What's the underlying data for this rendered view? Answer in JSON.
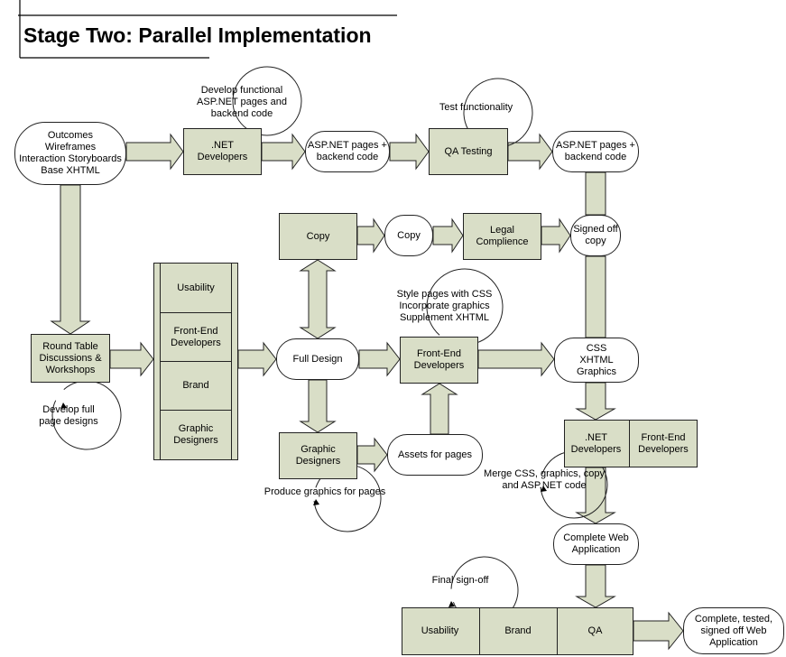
{
  "title": "Stage Two: Parallel Implementation",
  "nodes": {
    "outcomes": "Outcomes\nWireframes\nInteraction Storyboards\nBase XHTML",
    "net_developers_top": ".NET\nDevelopers",
    "aspnet_pages_1": "ASP.NET pages +\nbackend code",
    "qa_testing": "QA Testing",
    "aspnet_pages_2": "ASP.NET pages +\nbackend code",
    "copy_box": "Copy",
    "copy_pill": "Copy",
    "legal": "Legal\nComplience",
    "signed_off": "Signed off\ncopy",
    "round_table": "Round Table\nDiscussions &\nWorkshops",
    "full_design": "Full Design",
    "front_end_mid": "Front-End\nDevelopers",
    "css_xhtml": "CSS\nXHTML\nGraphics",
    "graphic_designers_bottom": "Graphic\nDesigners",
    "assets": "Assets for pages",
    "complete_web_app": "Complete Web\nApplication",
    "complete_tested": "Complete, tested,\nsigned off Web\nApplication"
  },
  "team_stack": [
    "Usability",
    "Front-End\nDevelopers",
    "Brand",
    "Graphic\nDesigners"
  ],
  "merge_pair": [
    ".NET\nDevelopers",
    "Front-End\nDevelopers"
  ],
  "final_row": [
    "Usability",
    "Brand",
    "QA"
  ],
  "notes": {
    "develop_functional": "Develop functional\nASP.NET pages and\nbackend code",
    "test_functionality": "Test functionality",
    "style_pages": "Style pages with CSS\nIncorporate graphics\nSupplement XHTML",
    "develop_full_page": "Develop full\npage designs",
    "produce_graphics": "Produce graphics for pages",
    "merge_css": "Merge CSS, graphics, copy\nand ASP.NET code",
    "final_signoff": "Final sign-off"
  }
}
